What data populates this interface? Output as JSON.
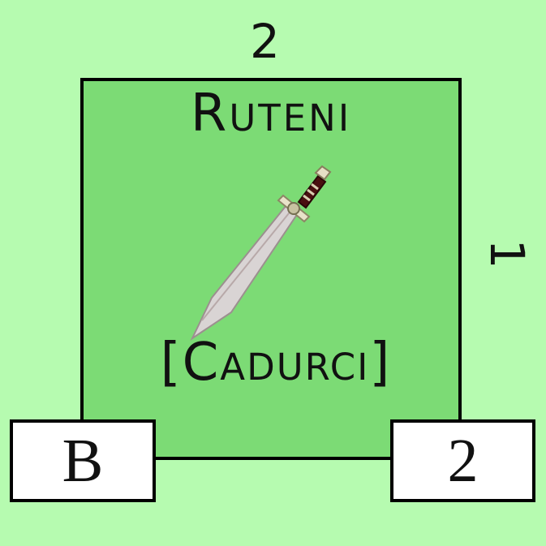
{
  "counter": {
    "top_value": "2",
    "side_value": "1",
    "tribe_name": "Ruteni",
    "sub_tribe": "[Cadurci]",
    "emblem": "sword-icon",
    "left_box_label": "B",
    "right_box_value": "2"
  },
  "colors": {
    "background": "#b6fbb0",
    "card_fill": "#7cdb75",
    "border": "#000000",
    "box_fill": "#ffffff"
  }
}
